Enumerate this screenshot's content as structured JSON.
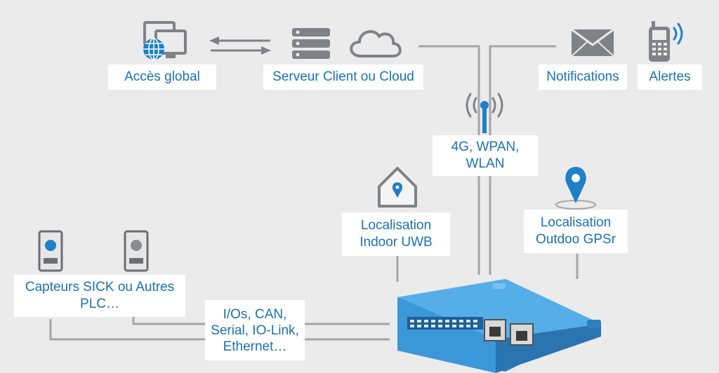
{
  "colors": {
    "accent": "#1a72b8",
    "background": "#ebebeb",
    "icon_gray": "#808285",
    "icon_blue": "#1f7fc8",
    "connector": "#a6a6a6",
    "device_body": "#3a97d8"
  },
  "labels": {
    "global_access": "Accès global",
    "server": "Serveur Client ou Cloud",
    "notifications": "Notifications",
    "alerts": "Alertes",
    "wireless": "4G, WPAN,\nWLAN",
    "indoor": "Localisation\nIndoor UWB",
    "outdoor": "Localisation\nOutdoo GPSr",
    "sensors": "Capteurs SICK ou Autres\nPLC…",
    "interfaces": "I/Os, CAN,\nSerial, IO-Link,\nEthernet…"
  },
  "icons": {
    "global_access": "computer-globe-icon",
    "server": "server-rack-icon",
    "cloud": "cloud-icon",
    "notifications": "envelope-icon",
    "alerts": "mobile-phone-icon",
    "wireless": "antenna-icon",
    "indoor": "house-location-icon",
    "outdoor": "map-pin-icon",
    "sensors": "sensor-icon",
    "arrows": "bidirectional-arrows-icon",
    "device": "gateway-device-icon"
  }
}
